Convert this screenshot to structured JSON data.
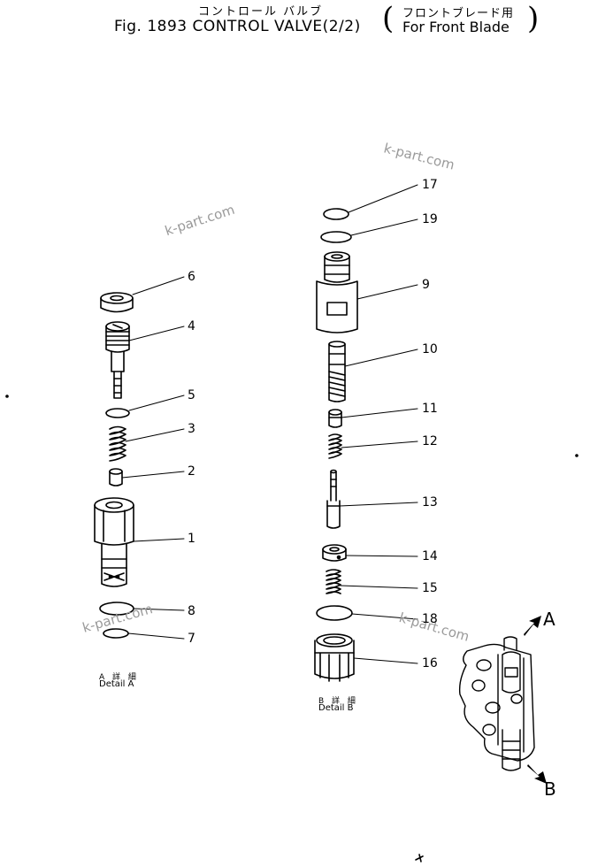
{
  "header": {
    "jp_title": "コントロール バルブ",
    "title": "Fig. 1893 CONTROL VALVE(2/2)",
    "jp_sub": "フロントブレード用",
    "sub": "For Front Blade"
  },
  "watermark": "k-part.com",
  "detail_a": {
    "jp": "A 詳 細",
    "label": "Detail A"
  },
  "detail_b": {
    "jp": "B 詳 細",
    "label": "Detail B"
  },
  "arrows": {
    "a": "A",
    "b": "B"
  },
  "callouts": {
    "p1": "1",
    "p2": "2",
    "p3": "3",
    "p4": "4",
    "p5": "5",
    "p6": "6",
    "p7": "7",
    "p8": "8",
    "p9": "9",
    "p10": "10",
    "p11": "11",
    "p12": "12",
    "p13": "13",
    "p14": "14",
    "p15": "15",
    "p16": "16",
    "p17": "17",
    "p18": "18",
    "p19": "19"
  }
}
